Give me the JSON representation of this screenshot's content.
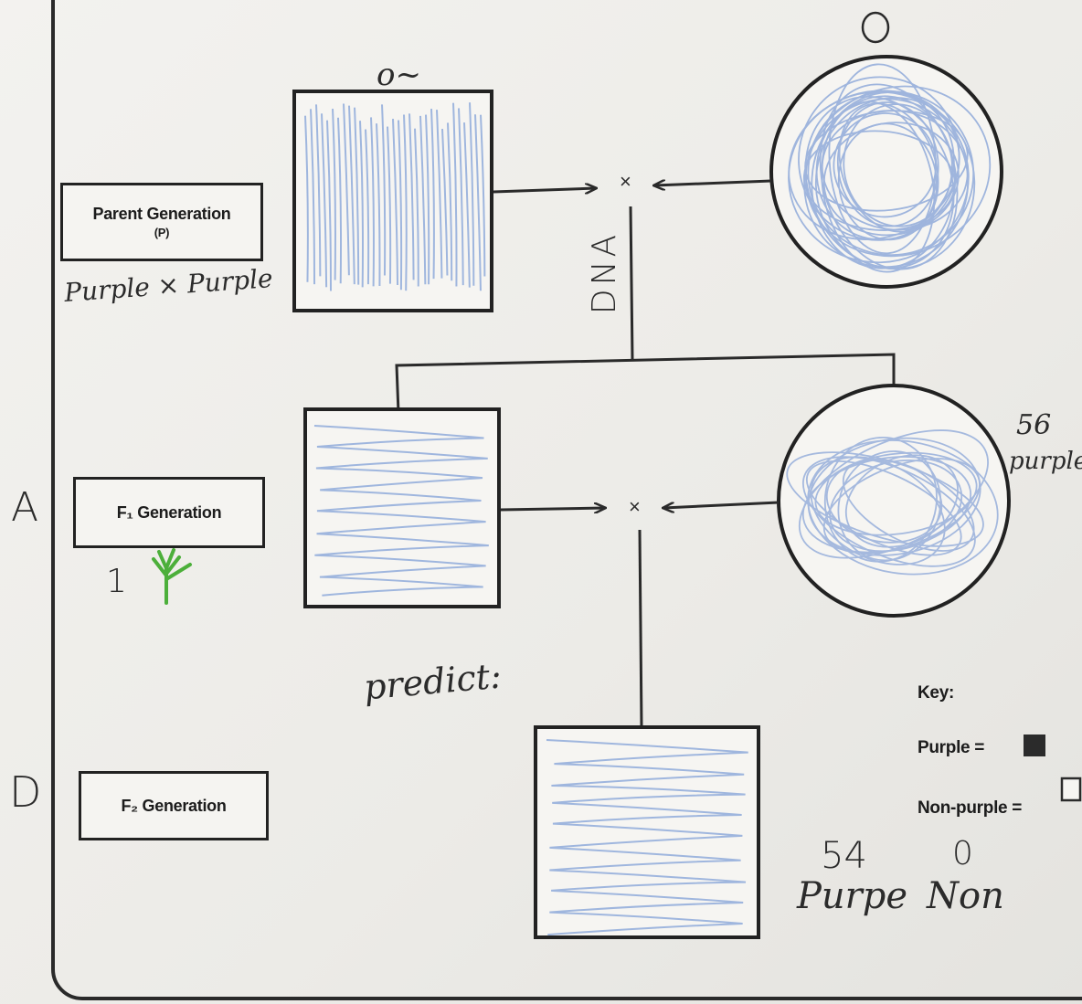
{
  "labels": {
    "parent_generation_line1": "Parent Generation",
    "parent_generation_line2": "(P)",
    "f1_generation": "F₁ Generation",
    "f2_generation": "F₂ Generation",
    "cross_symbol": "×"
  },
  "key": {
    "title": "Key:",
    "purple": "Purple =",
    "non_purple": "Non-purple ="
  },
  "handwriting": {
    "parent_cross": "Purple × Purple",
    "dna": "DNA",
    "left_margin_a": "A",
    "left_margin_d": "D",
    "f1_note": "1",
    "predict": "predict:",
    "count_f1": "56",
    "count_f1_label": "purple",
    "count_f2_purple": "54",
    "count_f2_purple_label": "Purpe",
    "count_f2_non": "0",
    "count_f2_non_label": "Non",
    "top_circle_mark": "O",
    "top_square_mark": "o~"
  },
  "colors": {
    "ink": "#2a2a2a",
    "crayon_blue": "#8aa6d8",
    "green_marker": "#4caf3a"
  }
}
